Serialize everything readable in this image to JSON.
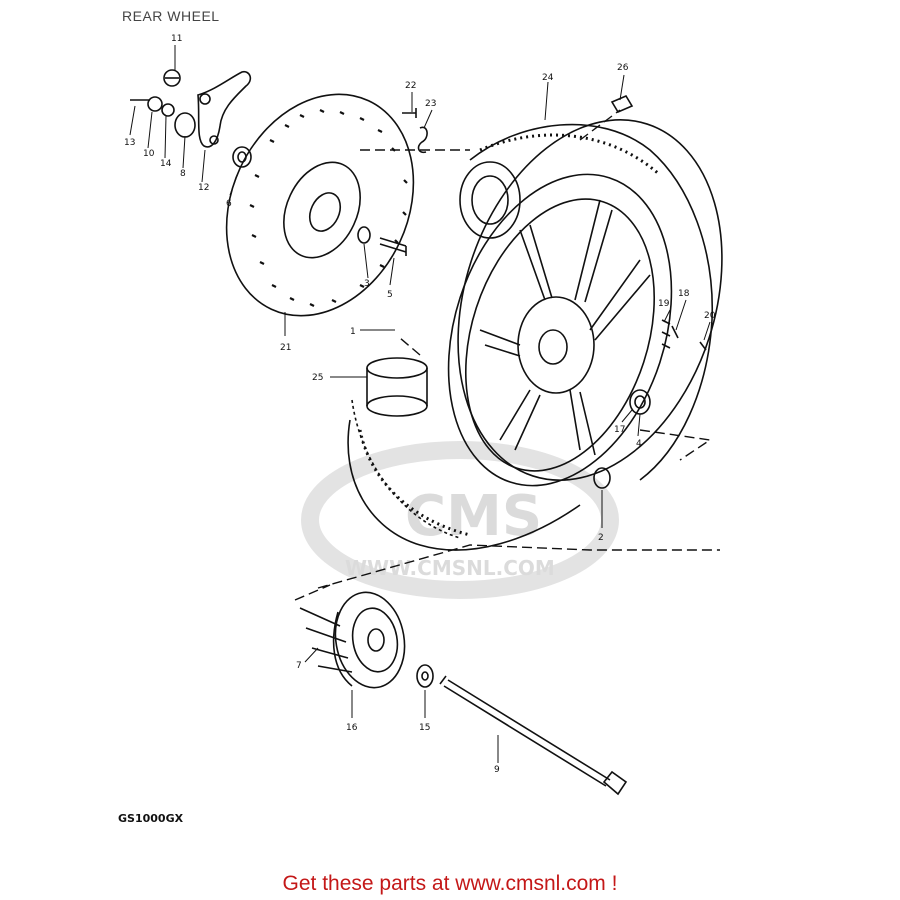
{
  "page": {
    "title": "REAR WHEEL",
    "model": "GS1000GX",
    "footer": "Get these parts at www.cmsnl.com !"
  },
  "watermark": {
    "logo": "CMS",
    "url": "WWW.CMSNL.COM"
  },
  "callouts": [
    "1",
    "2",
    "3",
    "4",
    "5",
    "6",
    "7",
    "8",
    "9",
    "10",
    "11",
    "12",
    "13",
    "14",
    "15",
    "16",
    "17",
    "18",
    "19",
    "20",
    "21",
    "22",
    "23",
    "24",
    "25",
    "26"
  ],
  "colors": {
    "line": "#111111",
    "footer": "#c41818",
    "watermark": "#d8d8d8"
  }
}
